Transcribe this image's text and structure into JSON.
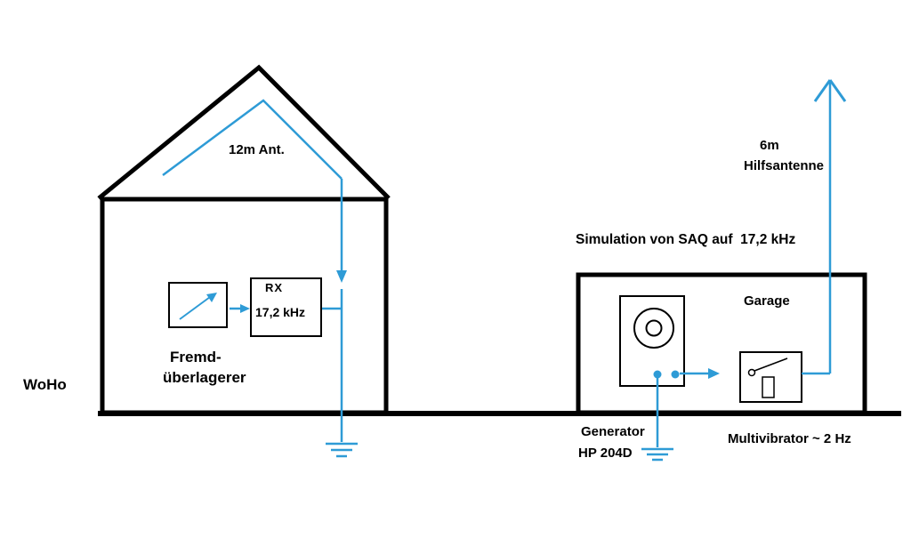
{
  "colors": {
    "wire_blue": "#2E9BD6",
    "ink_black": "#000000",
    "background": "#FFFFFF"
  },
  "house": {
    "name_label": "WoHo",
    "antenna_label": "12m Ant.",
    "receiver": {
      "line1": "RX",
      "line2": "17,2 kHz"
    },
    "device_label_line1": "Fremd-",
    "device_label_line2": "überlagerer"
  },
  "garage": {
    "title": "Simulation von SAQ auf  17,2 kHz",
    "name_label": "Garage",
    "generator_label_line1": "Generator",
    "generator_label_line2": "HP 204D",
    "multivibrator_label": "Multivibrator ~ 2 Hz",
    "aux_antenna_line1": "6m",
    "aux_antenna_line2": "Hilfsantenne"
  }
}
